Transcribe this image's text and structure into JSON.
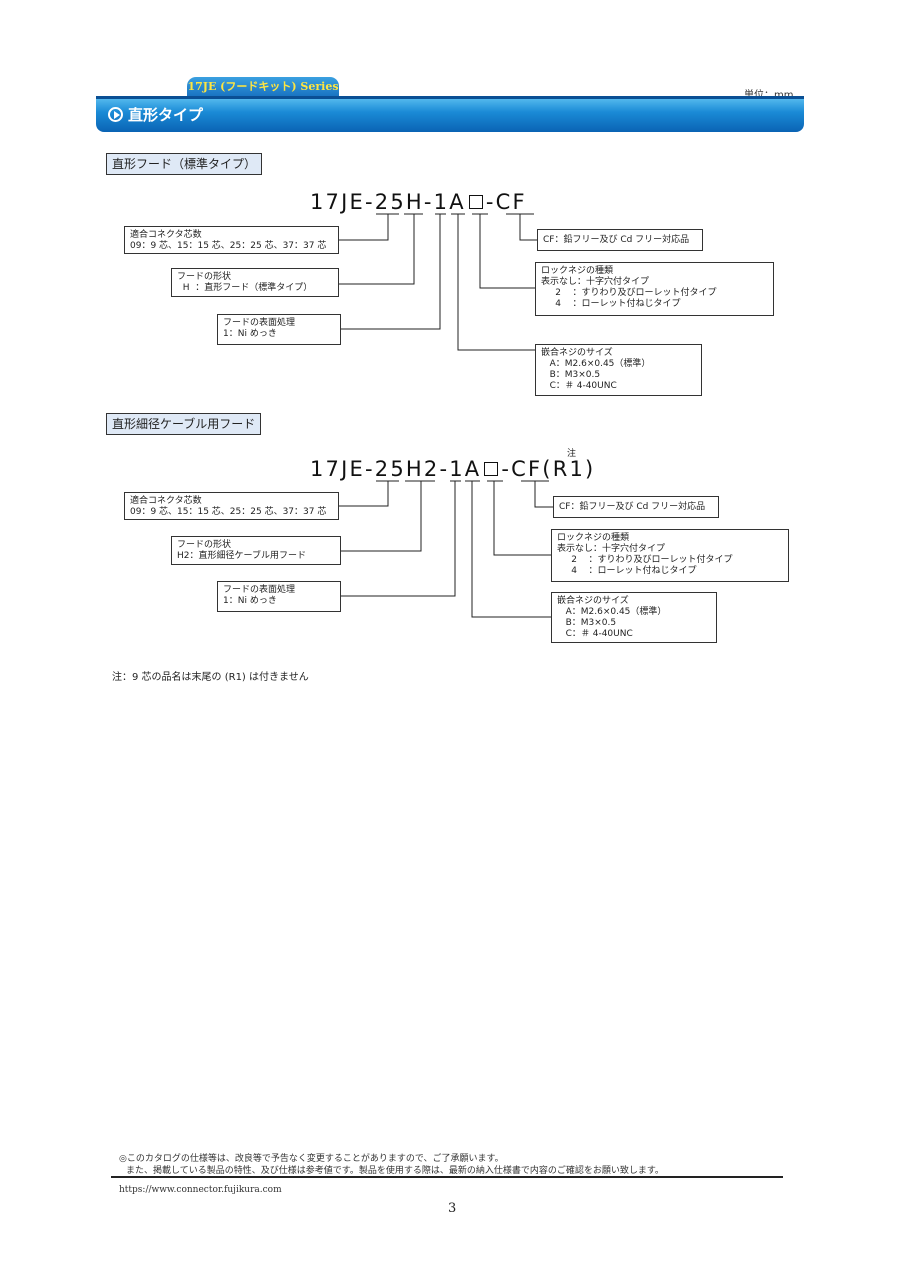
{
  "header": {
    "series": "17JE (フードキット) Series",
    "unit": "単位：mm",
    "title": "直形タイプ"
  },
  "section1": {
    "label": "直形フード（標準タイプ）",
    "part_number": {
      "p1": "17JE-",
      "p2": "25",
      "p3": "H",
      "p4": "-",
      "p5": "1",
      "p6": "A",
      "p7": "-",
      "p8": "CF"
    },
    "boxes": {
      "contacts": "適合コネクタ芯数\n09：9 芯、15：15 芯、25：25 芯、37：37 芯",
      "hood_shape": "フードの形状\n  H  ：直形フード（標準タイプ）",
      "surface": "フードの表面処理\n1：Ni めっき",
      "cf": "CF：鉛フリー及び Cd フリー対応品",
      "lock_screw": "ロックネジの種類\n表示なし：十字穴付タイプ\n     2    ：すりわり及びローレット付タイプ\n     4    ：ローレット付ねじタイプ",
      "thread": "嵌合ネジのサイズ\n   A：M2.6×0.45（標準）\n   B：M3×0.5\n   C：＃ 4-40UNC"
    }
  },
  "section2": {
    "label": "直形細径ケーブル用フード",
    "note_mark": "注",
    "part_number": {
      "p1": "17JE-",
      "p2": "25",
      "p3": "H2",
      "p4": "-",
      "p5": "1",
      "p6": "A",
      "p7": "-",
      "p8": "CF(R1)"
    },
    "boxes": {
      "contacts": "適合コネクタ芯数\n09：9 芯、15：15 芯、25：25 芯、37：37 芯",
      "hood_shape": "フードの形状\nH2：直形細径ケーブル用フード",
      "surface": "フードの表面処理\n1：Ni めっき",
      "cf": "CF：鉛フリー及び Cd フリー対応品",
      "lock_screw": "ロックネジの種類\n表示なし：十字穴付タイプ\n     2    ：すりわり及びローレット付タイプ\n     4    ：ローレット付ねじタイプ",
      "thread": "嵌合ネジのサイズ\n   A：M2.6×0.45（標準）\n   B：M3×0.5\n   C：＃ 4-40UNC"
    }
  },
  "footnote": "注：9 芯の品名は末尾の (R1) は付きません",
  "footer": {
    "line1": "◎このカタログの仕様等は、改良等で予告なく変更することがありますので、ご了承願います。",
    "line2": "また、掲載している製品の特性、及び仕様は参考値です。製品を使用する際は、最新の納入仕様書で内容のご確認をお願い致します。",
    "url": "https://www.connector.fujikura.com",
    "page": "3"
  }
}
